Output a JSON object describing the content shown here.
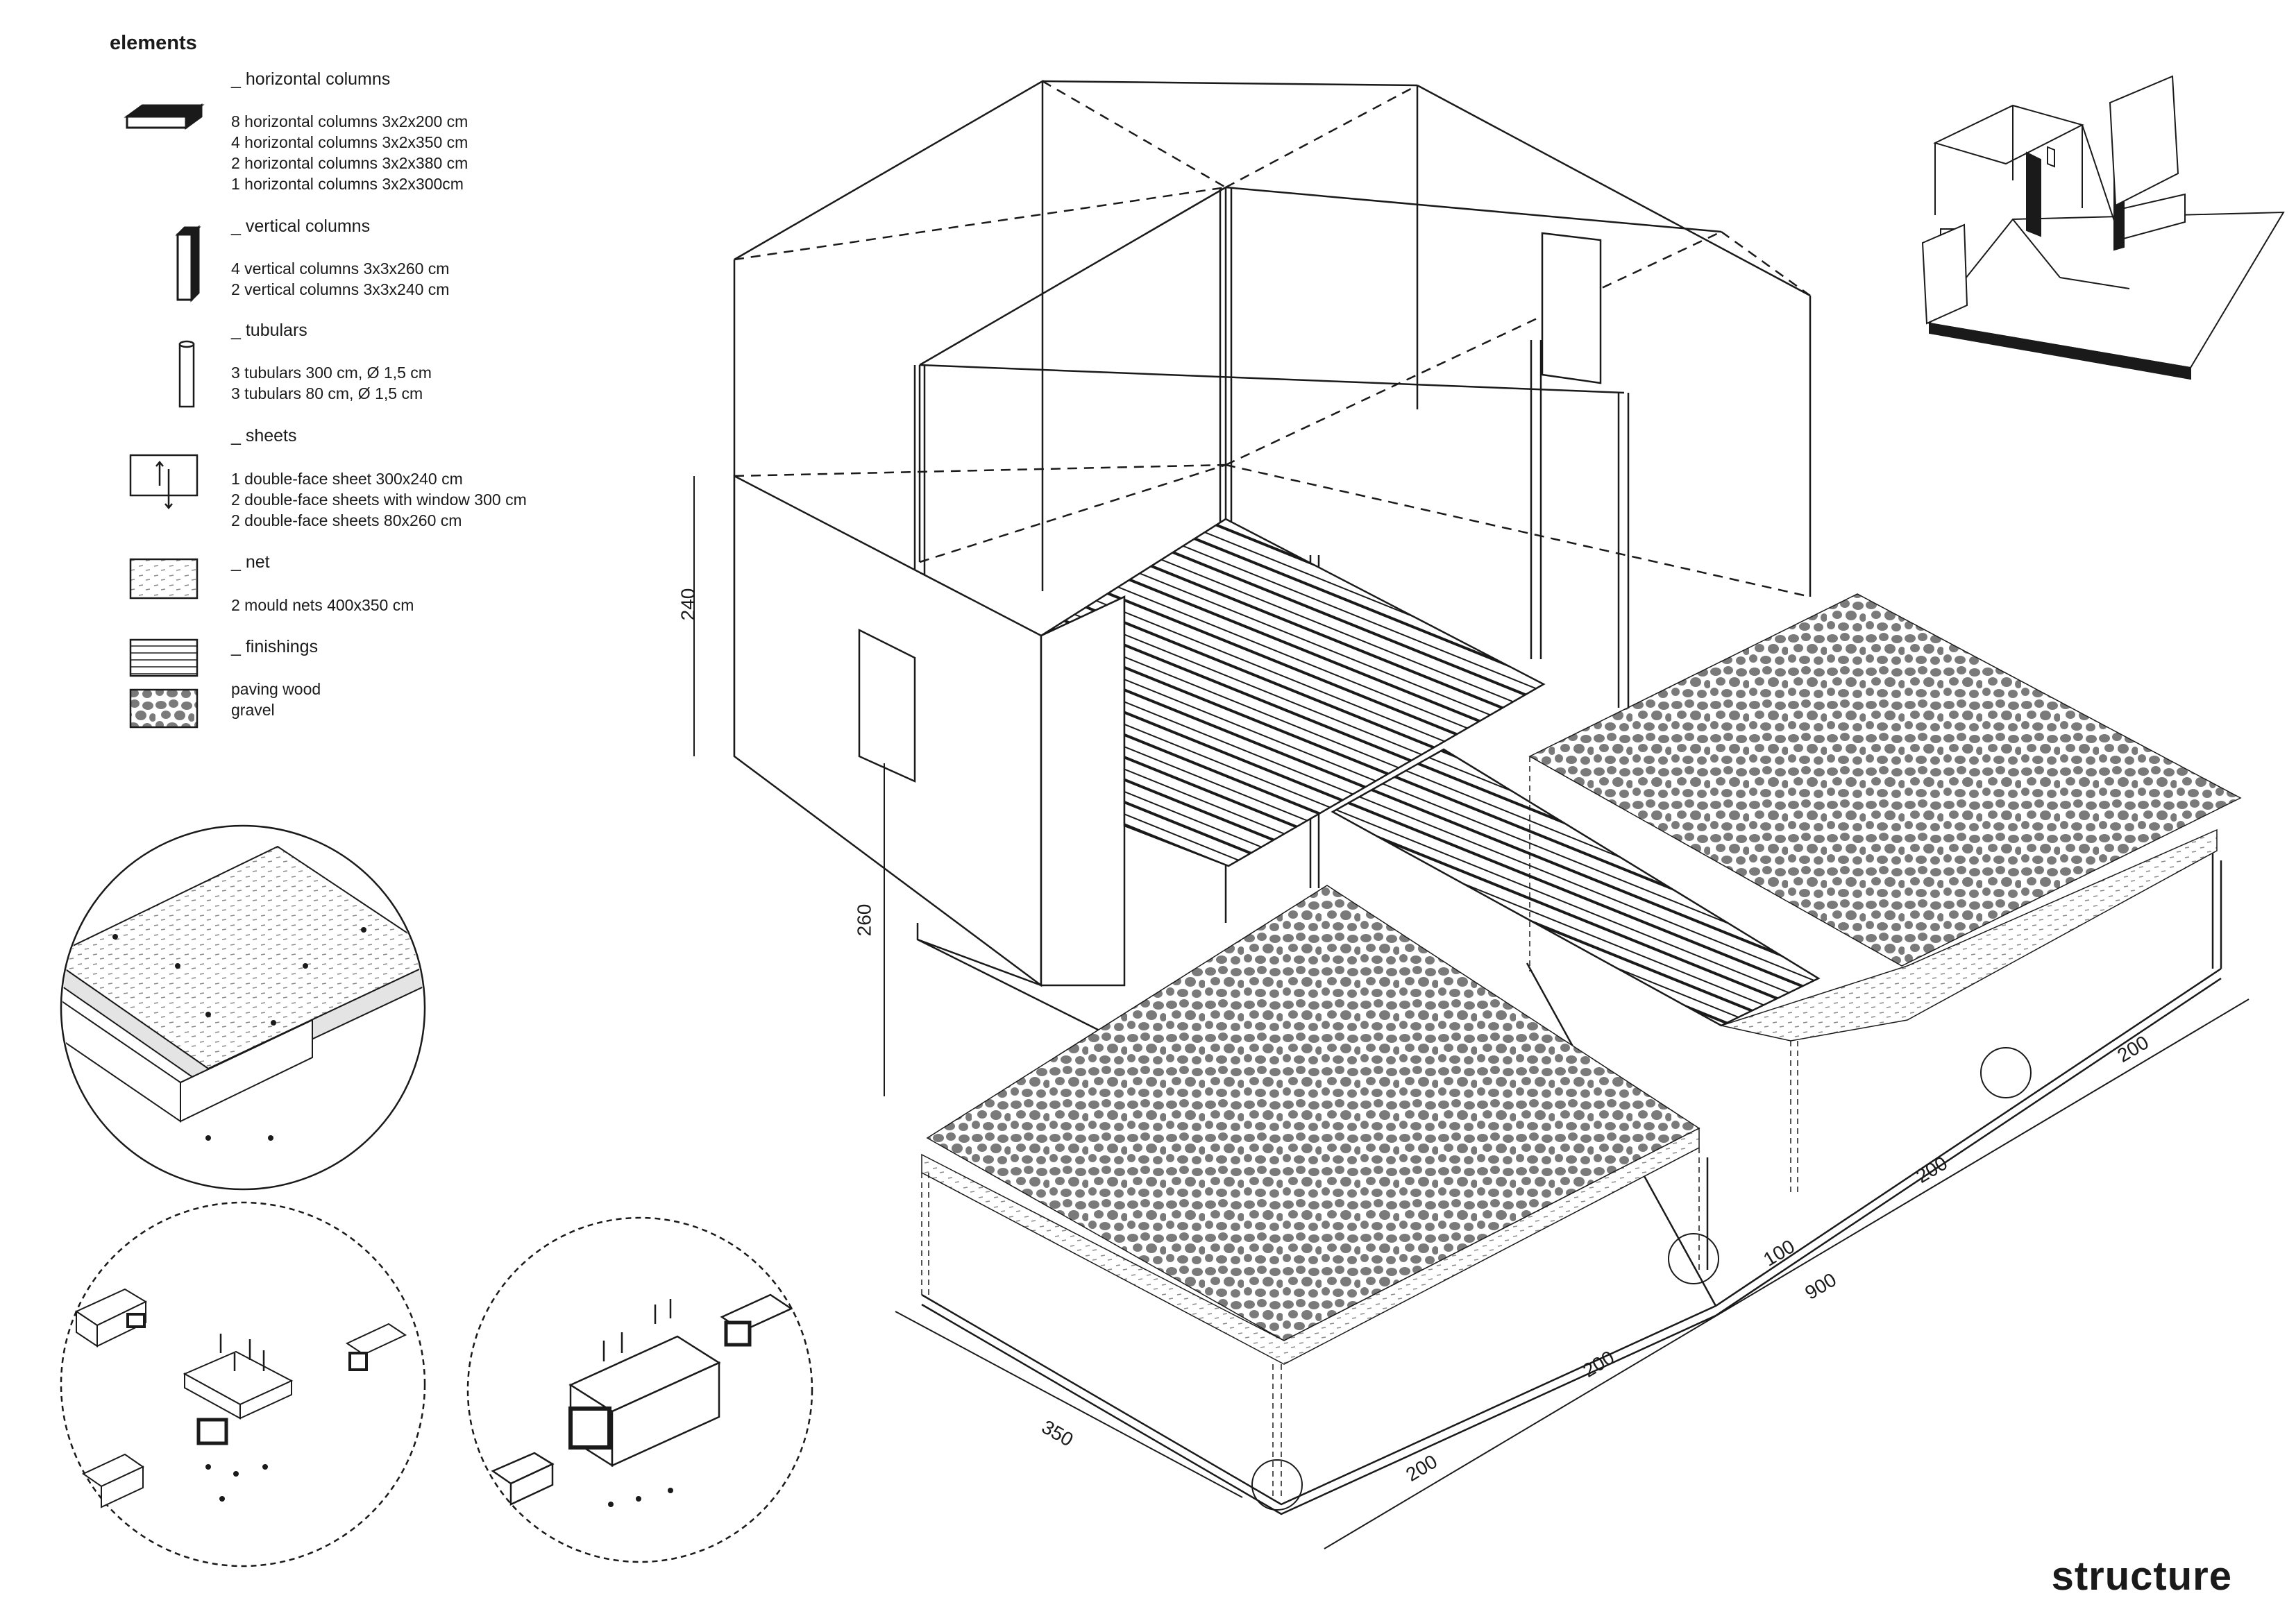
{
  "legend": {
    "title": "elements",
    "categories": [
      {
        "name": "_ horizontal columns",
        "icon": "horizontal-column-icon",
        "items": [
          "8 horizontal columns 3x2x200 cm",
          "4 horizontal columns 3x2x350 cm",
          "2 horizontal columns 3x2x380 cm",
          "1 horizontal columns 3x2x300cm"
        ]
      },
      {
        "name": "_ vertical columns",
        "icon": "vertical-column-icon",
        "items": [
          "4 vertical columns 3x3x260 cm",
          "2 vertical columns 3x3x240 cm"
        ]
      },
      {
        "name": "_ tubulars",
        "icon": "tubular-icon",
        "items": [
          "3 tubulars 300 cm, Ø 1,5 cm",
          "3 tubulars 80 cm, Ø 1,5 cm"
        ]
      },
      {
        "name": "_ sheets",
        "icon": "sheet-icon",
        "items": [
          "1 double-face sheet 300x240 cm",
          "2 double-face sheets with window 300 cm",
          "2 double-face sheets 80x260 cm"
        ]
      },
      {
        "name": "_ net",
        "icon": "net-icon",
        "items": [
          "2 mould nets 400x350 cm"
        ]
      },
      {
        "name": "_ finishings",
        "icon": "paving-wood-icon",
        "items": [
          "paving wood",
          "gravel"
        ]
      }
    ]
  },
  "dimensions": {
    "height_upper": "240",
    "height_lower": "260",
    "depth": "350",
    "seg1": "200",
    "seg2": "200",
    "seg3": "100",
    "seg4": "200",
    "seg5": "200",
    "total": "900"
  },
  "footer": {
    "title": "structure"
  },
  "colors": {
    "line": "#1a1a1a",
    "gravel": "#7a7a7a",
    "net": "#9a9a9a"
  }
}
